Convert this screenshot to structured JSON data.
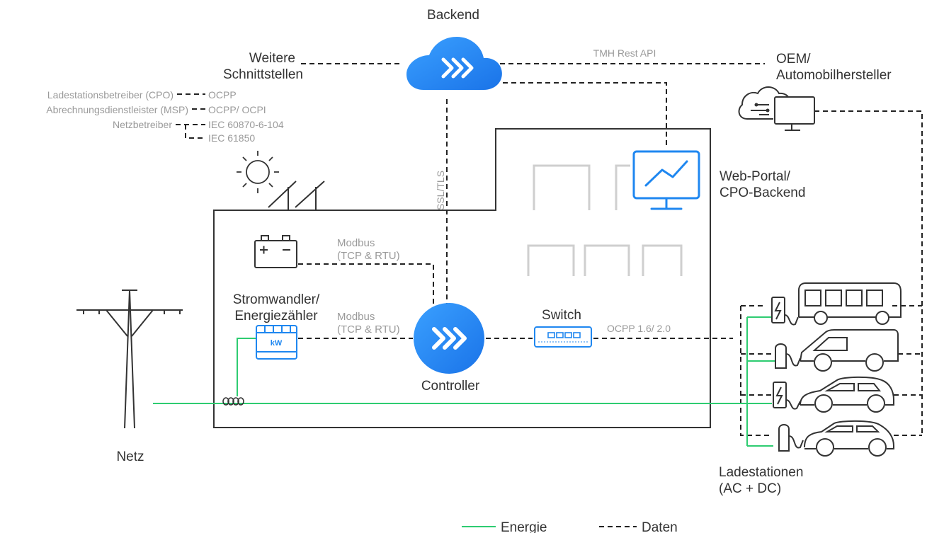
{
  "colors": {
    "energy": "#2ecc71",
    "data": "#222222",
    "accent": "#1f87f0",
    "grey": "#9a9a9a",
    "line": "#333333"
  },
  "labels": {
    "backend": "Backend",
    "weitere_1": "Weitere",
    "weitere_2": "Schnittstellen",
    "tmh_api": "TMH Rest API",
    "oem_1": "OEM/",
    "oem_2": "Automobilhersteller",
    "webportal_1": "Web-Portal/",
    "webportal_2": "CPO-Backend",
    "ssl_tls": "SSL/TLS",
    "modbus_top_1": "Modbus",
    "modbus_top_2": "(TCP & RTU)",
    "modbus_mid_1": "Modbus",
    "modbus_mid_2": "(TCP & RTU)",
    "stromwandler_1": "Stromwandler/",
    "stromwandler_2": "Energiezähler",
    "meter_kw": "kW",
    "controller": "Controller",
    "switch": "Switch",
    "ocpp_version": "OCPP 1.6/ 2.0",
    "netz": "Netz",
    "ladestationen_1": "Ladestationen",
    "ladestationen_2": "(AC + DC)",
    "legend_energy": "Energie",
    "legend_data": "Daten"
  },
  "interfaces": [
    {
      "party": "Ladestationsbetreiber (CPO)",
      "protocol": "OCPP"
    },
    {
      "party": "Abrechnungsdienstleister (MSP)",
      "protocol": "OCPP/ OCPI"
    },
    {
      "party": "Netzbetreiber",
      "protocol": "IEC 60870-6-104"
    },
    {
      "party": "",
      "protocol": "IEC 61850"
    }
  ],
  "icons": [
    "cloud-icon",
    "chevron-logo-icon",
    "sun-icon",
    "solar-panel-icon",
    "battery-icon",
    "energy-meter-icon",
    "current-transformer-icon",
    "power-pylon-icon",
    "network-switch-icon",
    "monitor-chart-icon",
    "cloud-computer-icon",
    "charger-icon",
    "bus-icon",
    "van-icon",
    "car-icon"
  ]
}
